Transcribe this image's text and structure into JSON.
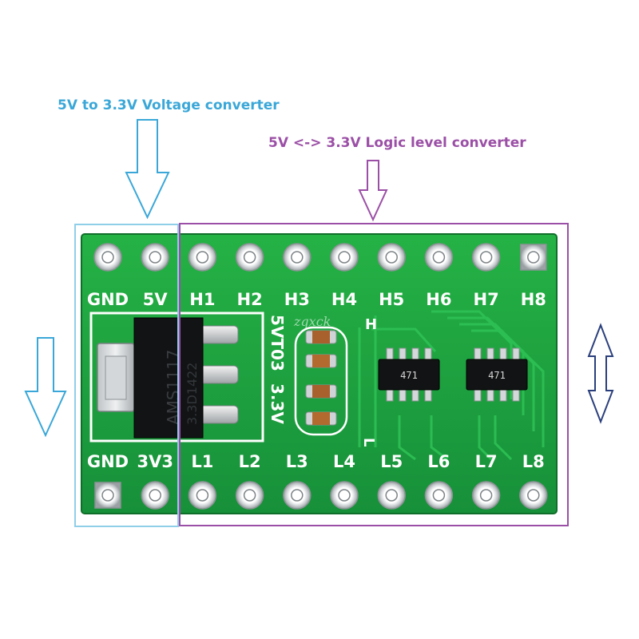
{
  "diagram": {
    "voltage_label": "5V to 3.3V Voltage converter",
    "logic_label": "5V <-> 3.3V Logic level converter",
    "watermark": "zqxck",
    "colors": {
      "voltage_accent": "#3aa7d8",
      "logic_accent": "#9b4fa6",
      "arrow_navy": "#2a3f7c",
      "pcb": "#1b9e3a"
    },
    "top_pins": [
      "GND",
      "5V",
      "H1",
      "H2",
      "H3",
      "H4",
      "H5",
      "H6",
      "H7",
      "H8"
    ],
    "bottom_pins": [
      "GND",
      "3V3",
      "L1",
      "L2",
      "L3",
      "L4",
      "L5",
      "L6",
      "L7",
      "L8"
    ],
    "regulator": {
      "line1": "AMS1117",
      "line2": "3.3D1422"
    },
    "board_text": {
      "line1": "5VT03",
      "line2": "3.3V"
    },
    "mark_high": "H",
    "mark_low": "L",
    "resistor_network_labels": [
      "471",
      "471"
    ]
  }
}
